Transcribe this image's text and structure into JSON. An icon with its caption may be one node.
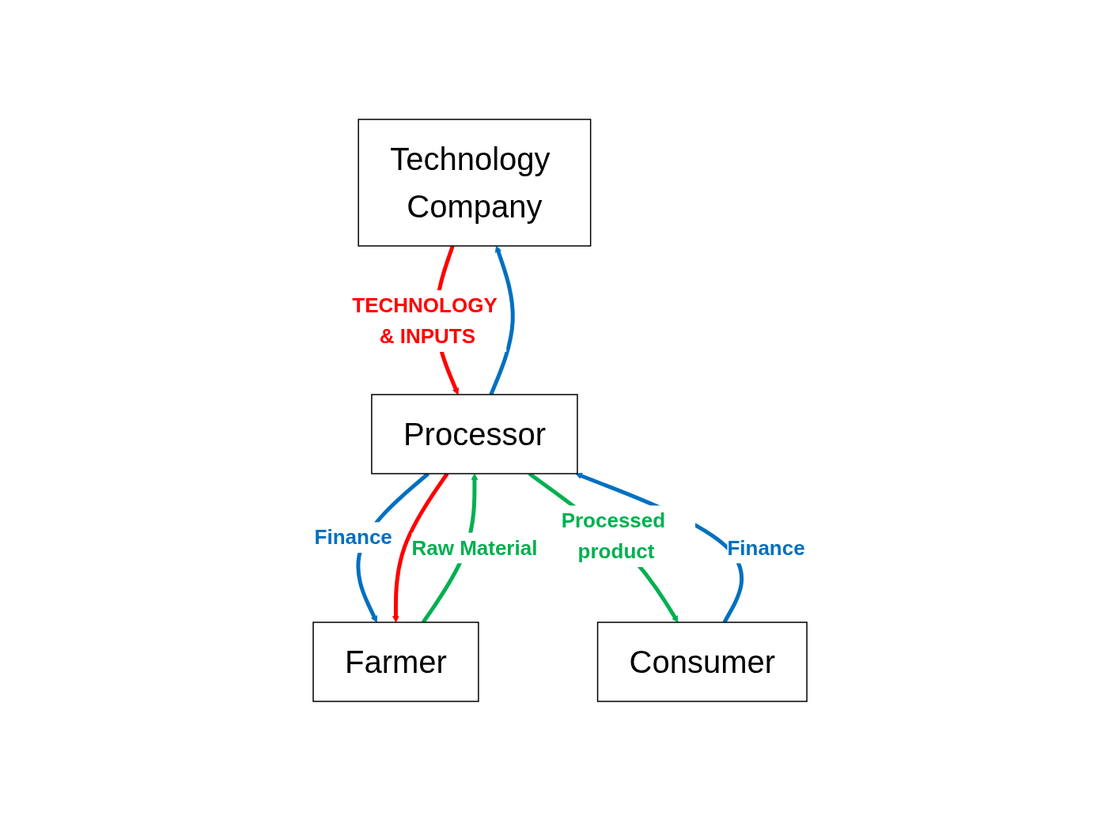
{
  "diagram": {
    "nodes": [
      {
        "text": [
          "Technology Company"
        ]
      },
      {
        "text": [
          "Farmer"
        ]
      },
      {
        "text": [
          "Processor"
        ]
      },
      {
        "text": [
          "Consumer"
        ]
      }
    ],
    "edges": [
      {
        "from": 2,
        "to": 0,
        "arrow": "to"
      },
      {
        "from": 2,
        "to": 1,
        "arrow": "to",
        "label": "Finance"
      },
      {
        "from": 1,
        "to": 2,
        "arrow": "to",
        "label": "Raw Material",
        "color": "#00b050"
      },
      {
        "from": 2,
        "to": 1,
        "arrow": "to",
        "color": "#ff0000"
      },
      {
        "from": 0,
        "to": 2,
        "arrow": "to",
        "label": "TECHNOLOGY & INPUTS",
        "color": "#ff0000"
      },
      {
        "from": 3,
        "to": 2,
        "arrow": "to",
        "label": "Finance"
      },
      {
        "from": 2,
        "to": 3,
        "arrow": "to",
        "label": "Processed product",
        "color": "#00b050"
      }
    ]
  }
}
